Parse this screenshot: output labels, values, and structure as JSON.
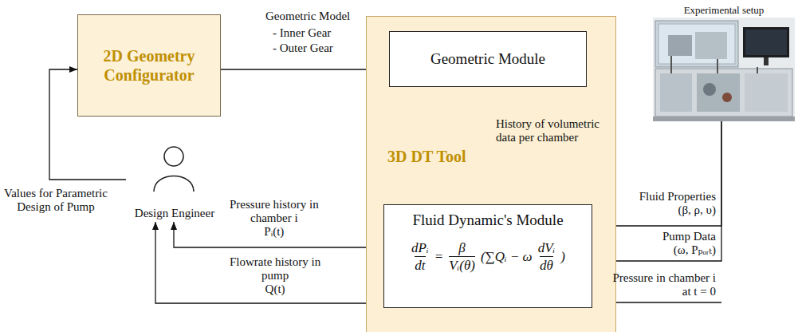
{
  "diagram": {
    "nodes": [
      {
        "text": [
          "2D Geometry Configurator"
        ]
      },
      {
        "text": [
          "3D DT Tool"
        ]
      },
      {
        "text": [
          "Geometric Module"
        ],
        "in": 1
      },
      {
        "text": [
          "Fluid Dynamic's Module",
          "dPᵢ",
          "dt",
          "=",
          "β",
          "Vᵢ(θ)",
          "(∑Qᵢ − ω",
          "dVᵢ",
          "dθ",
          ")"
        ],
        "in": 1
      },
      {
        "text": [
          "Design Engineer"
        ]
      },
      {
        "text": [
          "Experimental setup"
        ]
      }
    ],
    "edges": [
      {
        "from": 0,
        "to": 2,
        "arrow": "to",
        "label": "Geometric Model"
      },
      {
        "from": 2,
        "to": 3,
        "arrow": "to",
        "label": "History of volumetric data per chamber"
      },
      {
        "from": 4,
        "to": 0,
        "arrow": "to",
        "label": "Values for Parametric Design of Pump"
      },
      {
        "from": 3,
        "to": 4,
        "arrow": "to",
        "label": "Pressure history in chamber i Pᵢ(t)"
      },
      {
        "from": 3,
        "to": 4,
        "arrow": "to",
        "label": "Flowrate history in pump Q(t)"
      },
      {
        "from": 5,
        "to": 3,
        "arrow": "to",
        "label": "Fluid Properties (β, ρ, υ)"
      },
      {
        "from": 5,
        "to": 3,
        "arrow": "to",
        "label": "Pump Data (ω, Pₚₒᵣₜ)"
      }
    ],
    "labels": [
      "- Inner Gear",
      "- Outer Gear",
      "Pressure in chamber i at t = 0"
    ]
  }
}
